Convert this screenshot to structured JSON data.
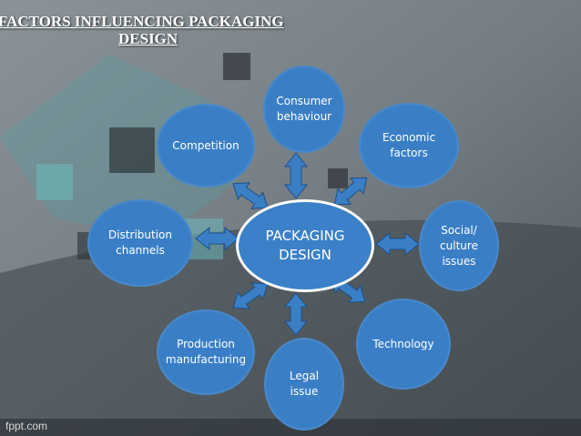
{
  "slide": {
    "title_line1": "FACTORS  INFLUENCING  PACKAGING",
    "title_line2": "DESIGN",
    "footer": "fppt.com"
  },
  "diagram": {
    "center": {
      "label": "PACKAGING\nDESIGN"
    },
    "nodes": [
      {
        "id": "consumer",
        "label": "Consumer\nbehaviour"
      },
      {
        "id": "economic",
        "label": "Economic\nfactors"
      },
      {
        "id": "social",
        "label": "Social/\nculture\nissues"
      },
      {
        "id": "technology",
        "label": "Technology"
      },
      {
        "id": "legal",
        "label": "Legal\nissue"
      },
      {
        "id": "production",
        "label": "Production\nmanufacturing"
      },
      {
        "id": "distribution",
        "label": "Distribution\nchannels"
      },
      {
        "id": "competition",
        "label": "Competition"
      }
    ]
  },
  "colors": {
    "node_fill": "#3a7fc6",
    "center_border": "#ffffff",
    "arrow_fill": "#3a7fc6",
    "background": "#6f7a80"
  }
}
